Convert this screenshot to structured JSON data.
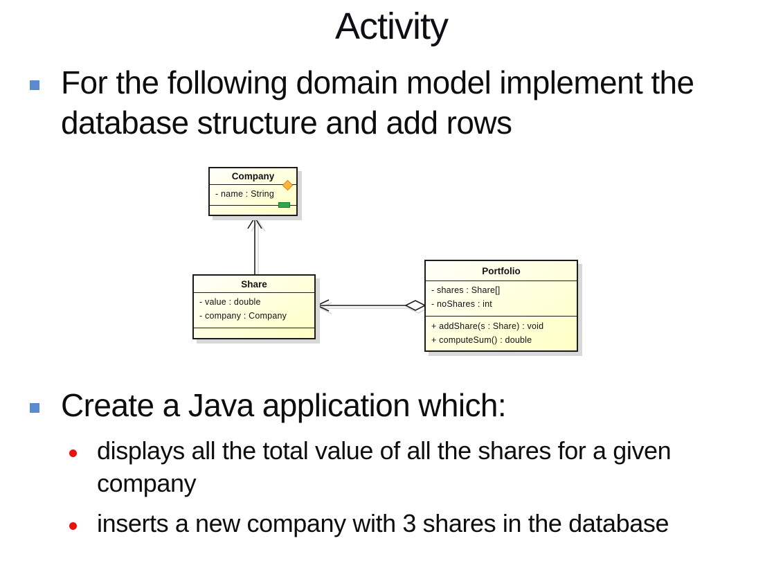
{
  "slide": {
    "title": "Activity",
    "background_color": "#ffffff"
  },
  "bullets": [
    {
      "marker": "square-bullet",
      "marker_color": "#5b8bcf",
      "text": "For the following domain model implement the\ndatabase structure and add rows"
    },
    {
      "marker": "square-bullet",
      "marker_color": "#5b8bcf",
      "text": "Create a Java application which:"
    }
  ],
  "sub_bullets": [
    {
      "marker": "round-bullet",
      "marker_color": "#ea120d",
      "text": "displays all the total value of all the shares for a given\ncompany"
    },
    {
      "marker": "round-bullet",
      "marker_color": "#ea120d",
      "text": "inserts a new company with 3 shares in the database"
    }
  ],
  "uml_diagram": {
    "classes": [
      {
        "name": "Company",
        "attributes": [
          "- name : String"
        ],
        "operations": []
      },
      {
        "name": "Share",
        "attributes": [
          "- value : double",
          "- company : Company"
        ],
        "operations": []
      },
      {
        "name": "Portfolio",
        "attributes": [
          "- shares : Share[]",
          "- noShares : int"
        ],
        "operations": [
          "+ addShare(s : Share) : void",
          "+ computeSum() : double"
        ]
      }
    ],
    "relations": [
      {
        "from": "Share",
        "to": "Company",
        "type": "directed-association"
      },
      {
        "from": "Portfolio",
        "to": "Share",
        "type": "aggregation"
      }
    ],
    "style": {
      "box_fill": "#ffffc4",
      "box_border": "#1a1a1a",
      "shadow_color": "#d8d8d8",
      "diamond_icon_color": "#ffb43c",
      "green_icon_color": "#2ea750"
    }
  }
}
